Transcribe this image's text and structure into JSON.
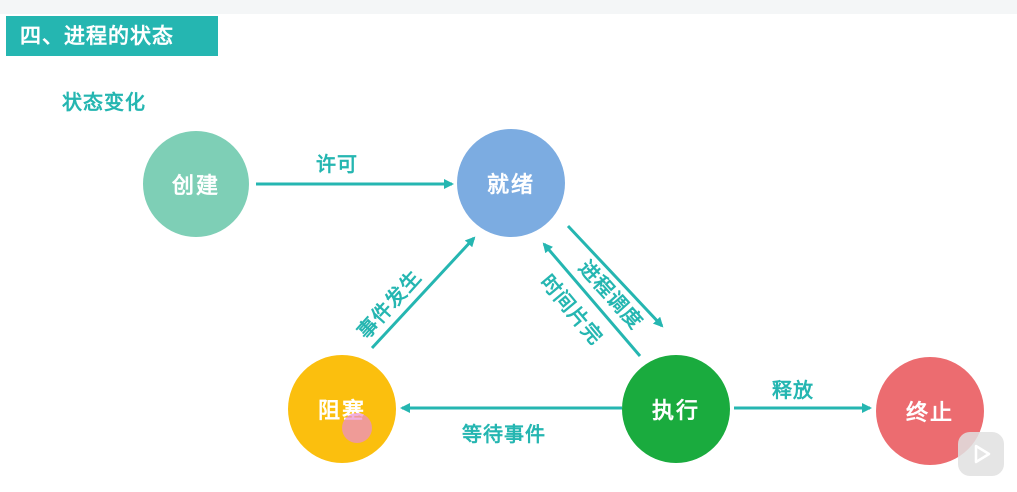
{
  "section_title": "四、进程的状态",
  "subtitle": "状态变化",
  "colors": {
    "accent": "#25b6b1",
    "create": "#7ecfb6",
    "ready": "#7cace1",
    "blocked": "#fbbf0e",
    "running": "#1aab3e",
    "terminated": "#ec6c70"
  },
  "nodes": {
    "create": "创建",
    "ready": "就绪",
    "blocked": "阻塞",
    "running": "执行",
    "terminated": "终止"
  },
  "edges": {
    "create_to_ready": "许可",
    "ready_to_running": "进程调度",
    "running_to_ready": "时间片完",
    "blocked_to_ready": "事件发生",
    "running_to_blocked": "等待事件",
    "running_to_terminated": "释放"
  },
  "overlay": {
    "play_icon": "play-icon"
  }
}
